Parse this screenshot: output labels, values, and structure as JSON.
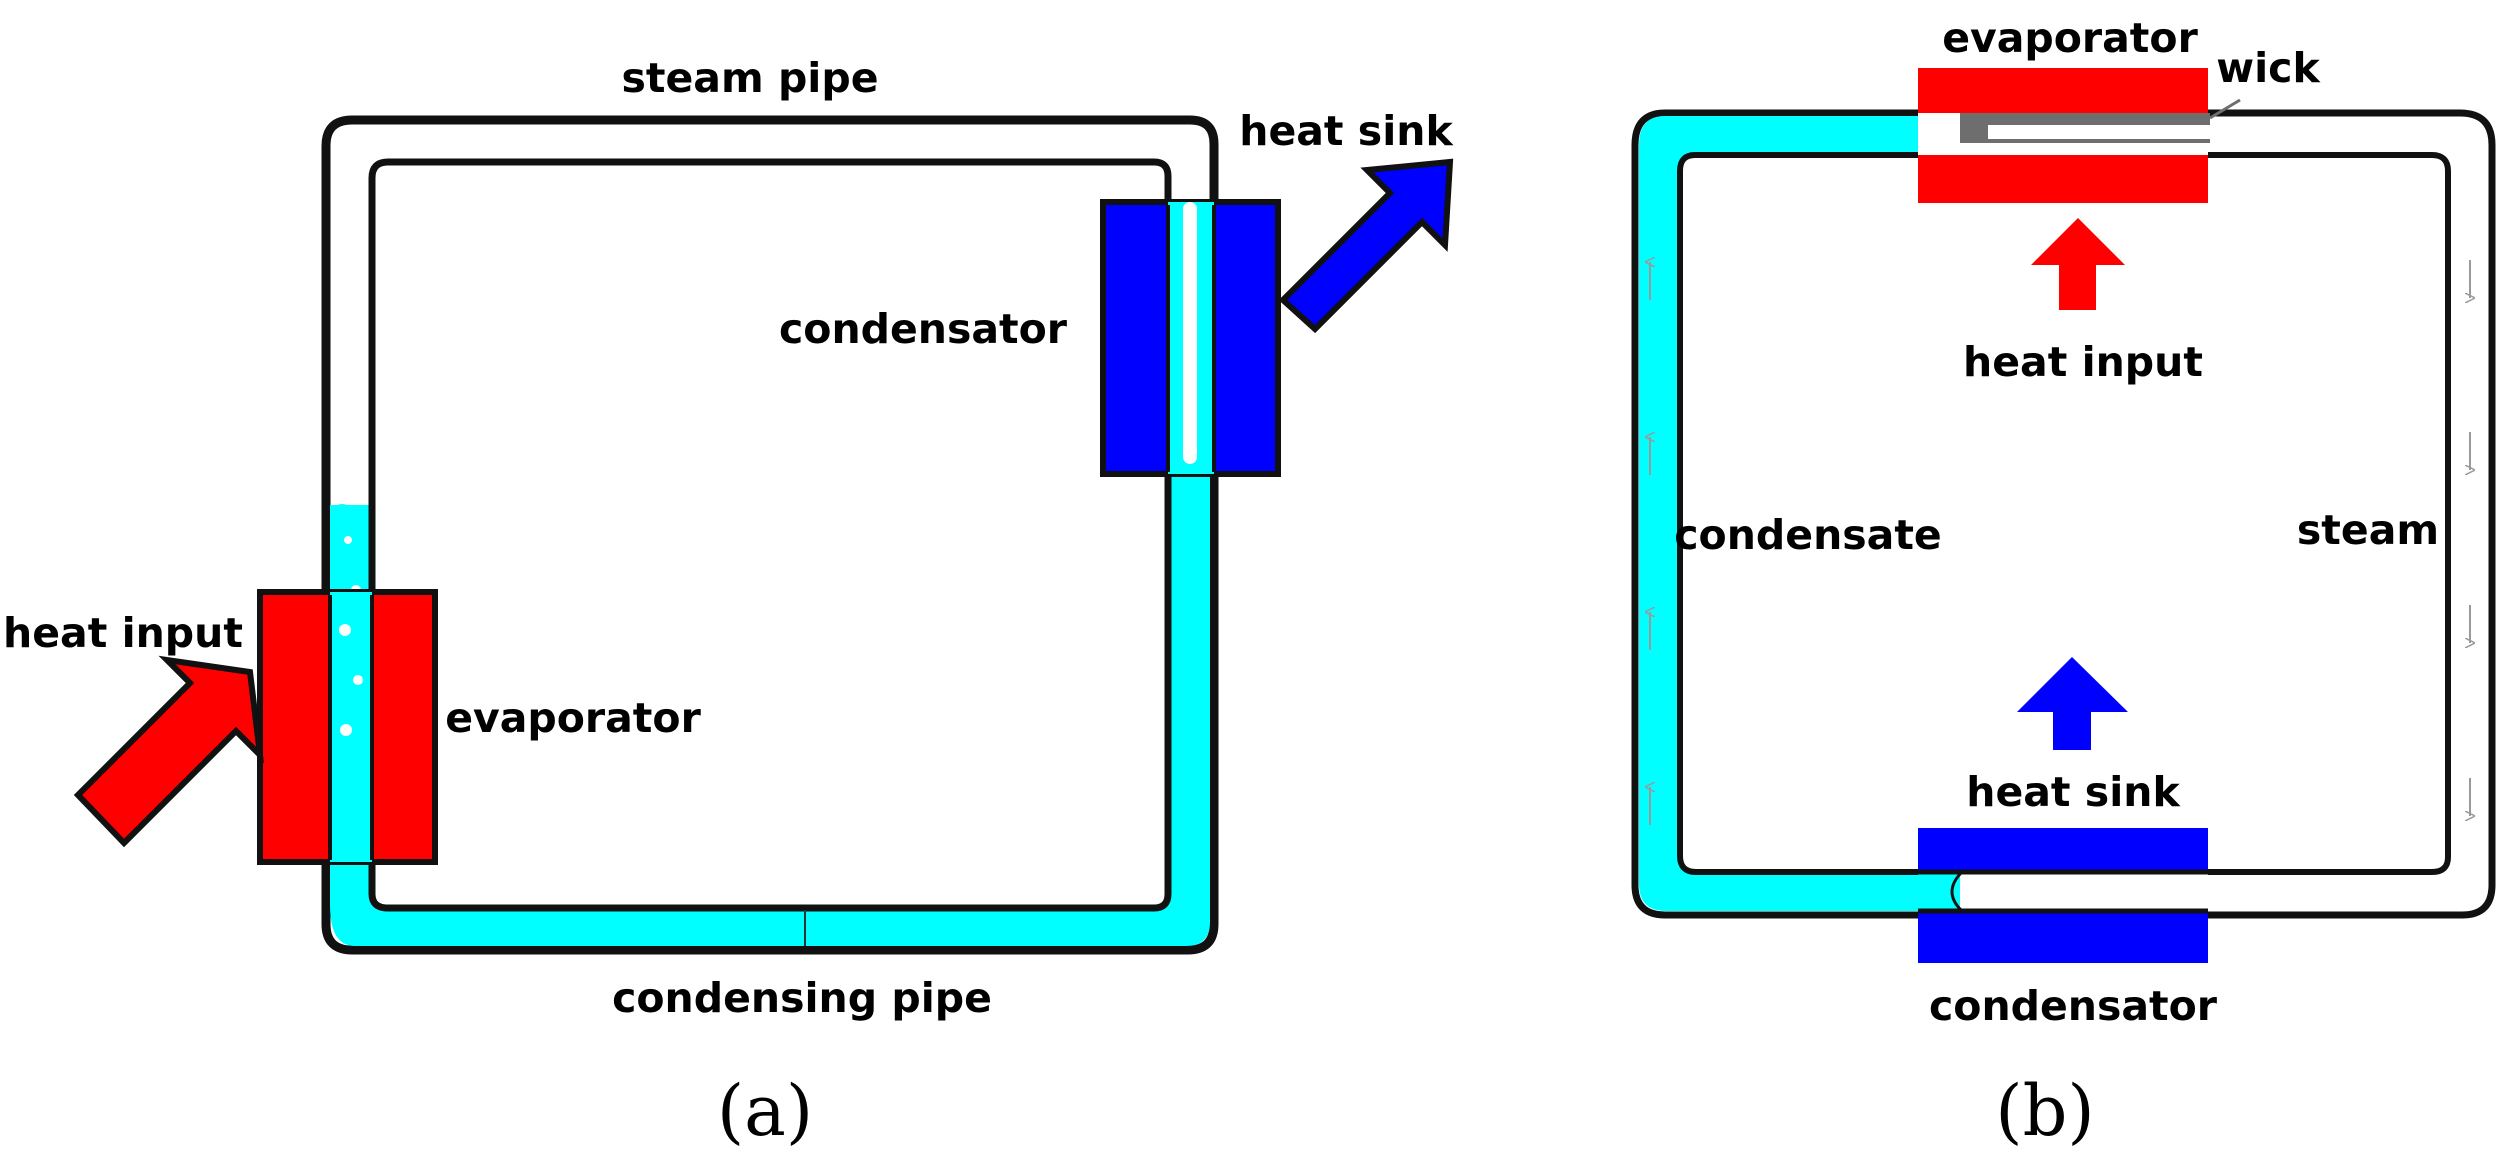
{
  "panel_a": {
    "caption": "(a)",
    "labels": {
      "steam_pipe": "steam pipe",
      "heat_sink": "heat sink",
      "condensator": "condensator",
      "heat_input": "heat input",
      "evaporator": "evaporator",
      "condensing_pipe": "condensing pipe"
    }
  },
  "panel_b": {
    "caption": "(b)",
    "labels": {
      "evaporator": "evaporator",
      "wick": "wick",
      "heat_input": "heat input",
      "condensate": "condensate",
      "steam": "steam",
      "heat_sink": "heat sink",
      "condensator": "condensator"
    }
  },
  "colors": {
    "hot": "#ff0000",
    "cold": "#0000ff",
    "liquid": "#00ffff",
    "outline": "#111111",
    "wick": "#6e6e6e",
    "flow_arrow": "#9a9a9a"
  }
}
